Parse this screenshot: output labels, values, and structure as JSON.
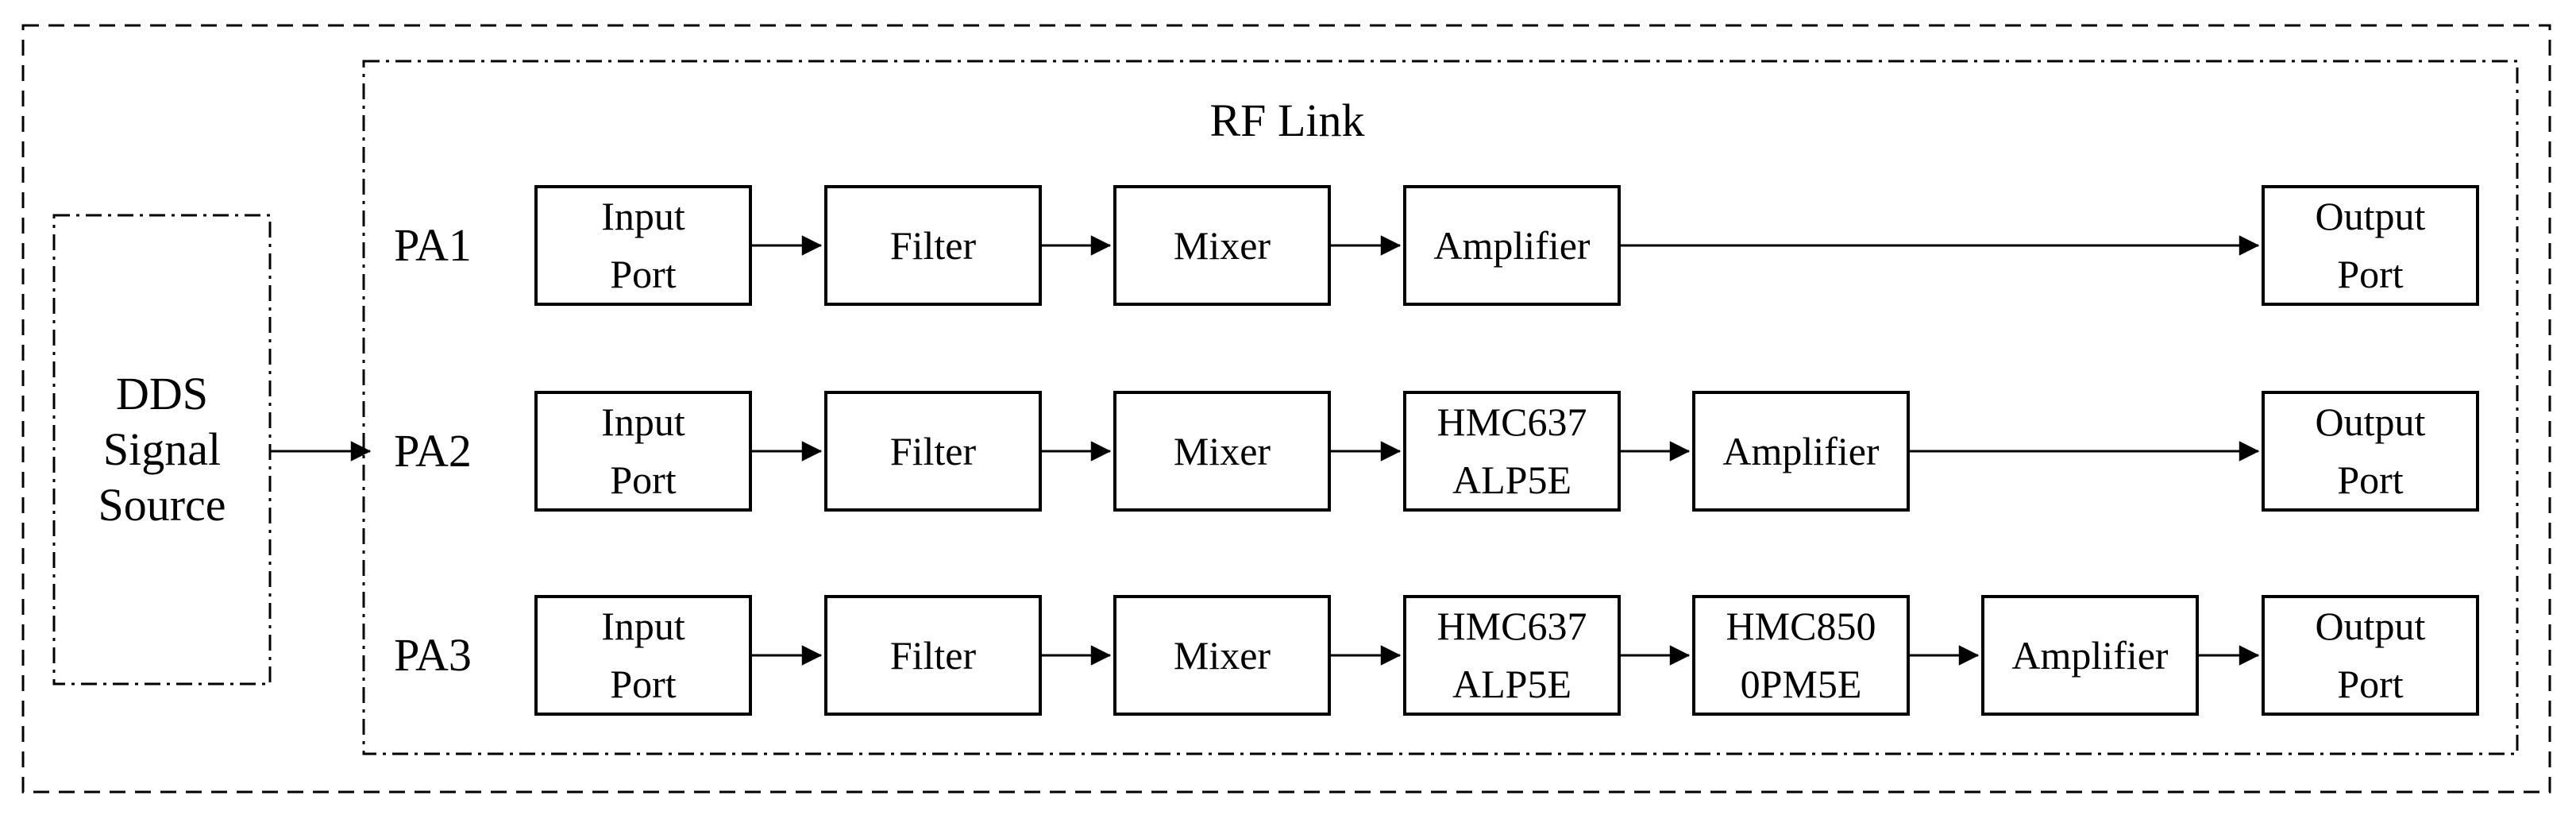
{
  "diagram": {
    "rf_link_title": "RF Link",
    "source": {
      "lines": [
        "DDS",
        "Signal",
        "Source"
      ]
    },
    "branches": [
      {
        "label": "PA1",
        "blocks": [
          {
            "name": "input-port",
            "lines": [
              "Input",
              "Port"
            ]
          },
          {
            "name": "filter",
            "lines": [
              "Filter"
            ]
          },
          {
            "name": "mixer",
            "lines": [
              "Mixer"
            ]
          },
          {
            "name": "amplifier",
            "lines": [
              "Amplifier"
            ]
          },
          {
            "name": "output-port",
            "lines": [
              "Output",
              "Port"
            ]
          }
        ]
      },
      {
        "label": "PA2",
        "blocks": [
          {
            "name": "input-port",
            "lines": [
              "Input",
              "Port"
            ]
          },
          {
            "name": "filter",
            "lines": [
              "Filter"
            ]
          },
          {
            "name": "mixer",
            "lines": [
              "Mixer"
            ]
          },
          {
            "name": "hmc637alp5e",
            "lines": [
              "HMC637",
              "ALP5E"
            ]
          },
          {
            "name": "amplifier",
            "lines": [
              "Amplifier"
            ]
          },
          {
            "name": "output-port",
            "lines": [
              "Output",
              "Port"
            ]
          }
        ]
      },
      {
        "label": "PA3",
        "blocks": [
          {
            "name": "input-port",
            "lines": [
              "Input",
              "Port"
            ]
          },
          {
            "name": "filter",
            "lines": [
              "Filter"
            ]
          },
          {
            "name": "mixer",
            "lines": [
              "Mixer"
            ]
          },
          {
            "name": "hmc637alp5e",
            "lines": [
              "HMC637",
              "ALP5E"
            ]
          },
          {
            "name": "hmc8500pm5e",
            "lines": [
              "HMC850",
              "0PM5E"
            ]
          },
          {
            "name": "amplifier",
            "lines": [
              "Amplifier"
            ]
          },
          {
            "name": "output-port",
            "lines": [
              "Output",
              "Port"
            ]
          }
        ]
      }
    ],
    "colors": {
      "ink": "#000000",
      "paper": "#ffffff"
    }
  }
}
